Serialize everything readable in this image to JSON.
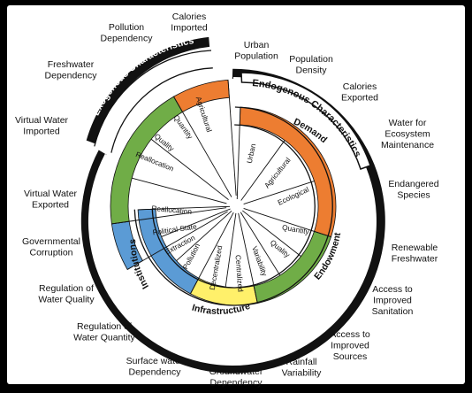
{
  "colors": {
    "demand": "#ED7D31",
    "endowment": "#70AD47",
    "infrastructure": "#FFF06A",
    "institutions": "#5B9BD5",
    "exogenous_band": "#111111",
    "text": "#111111"
  },
  "bands": {
    "exogenous": "Exogenous Characteristics",
    "endogenous": "Endogenous Characteristics"
  },
  "rings": {
    "demand": "Demand",
    "endowment": "Endowment",
    "infrastructure": "Infrastructure",
    "institutions": "Institutions"
  },
  "sectors": {
    "urban": "Urban",
    "agricultural": "Agricultural",
    "ecological": "Ecological",
    "quantity": "Quantity",
    "quality": "Quality",
    "variability": "Variability",
    "centralized": "Centralized",
    "decentralized": "Decentralized",
    "pollution": "Pollution",
    "extraction": "Extraction",
    "political_state": "Political State",
    "reallocation": "Reallocation",
    "exo_agricultural": "Agricultural",
    "exo_quantity": "Quantity",
    "exo_quality": "Quality",
    "exo_reallocation": "Reallocation"
  },
  "outer_labels": {
    "calories_imported": [
      "Calories",
      "Imported"
    ],
    "pollution_dependency": [
      "Pollution",
      "Dependency"
    ],
    "freshwater_dependency": [
      "Freshwater",
      "Dependency"
    ],
    "virtual_water_imported": [
      "Virtual Water",
      "Imported"
    ],
    "urban_population": [
      "Urban",
      "Population"
    ],
    "population_density": [
      "Population",
      "Density"
    ],
    "calories_exported": [
      "Calories",
      "Exported"
    ],
    "water_ecosystem": [
      "Water for",
      "Ecosystem",
      "Maintenance"
    ],
    "endangered_species": [
      "Endangered",
      "Species"
    ],
    "renewable_freshwater": [
      "Renewable",
      "Freshwater"
    ],
    "improved_sanitation": [
      "Access to",
      "Improved",
      "Sanitation"
    ],
    "improved_sources": [
      "Access to",
      "Improved",
      "Sources"
    ],
    "rainfall_variability": [
      "Rainfall",
      "Variability"
    ],
    "groundwater_dependency": [
      "Groundwater",
      "Dependency"
    ],
    "surface_water_dependency": [
      "Surface water",
      "Dependency"
    ],
    "regulation_quantity": [
      "Regulation of",
      "Water Quantity"
    ],
    "regulation_quality": [
      "Regulation of",
      "Water Quality"
    ],
    "governmental_corruption": [
      "Governmental",
      "Corruption"
    ],
    "virtual_water_exported": [
      "Virtual Water",
      "Exported"
    ]
  }
}
